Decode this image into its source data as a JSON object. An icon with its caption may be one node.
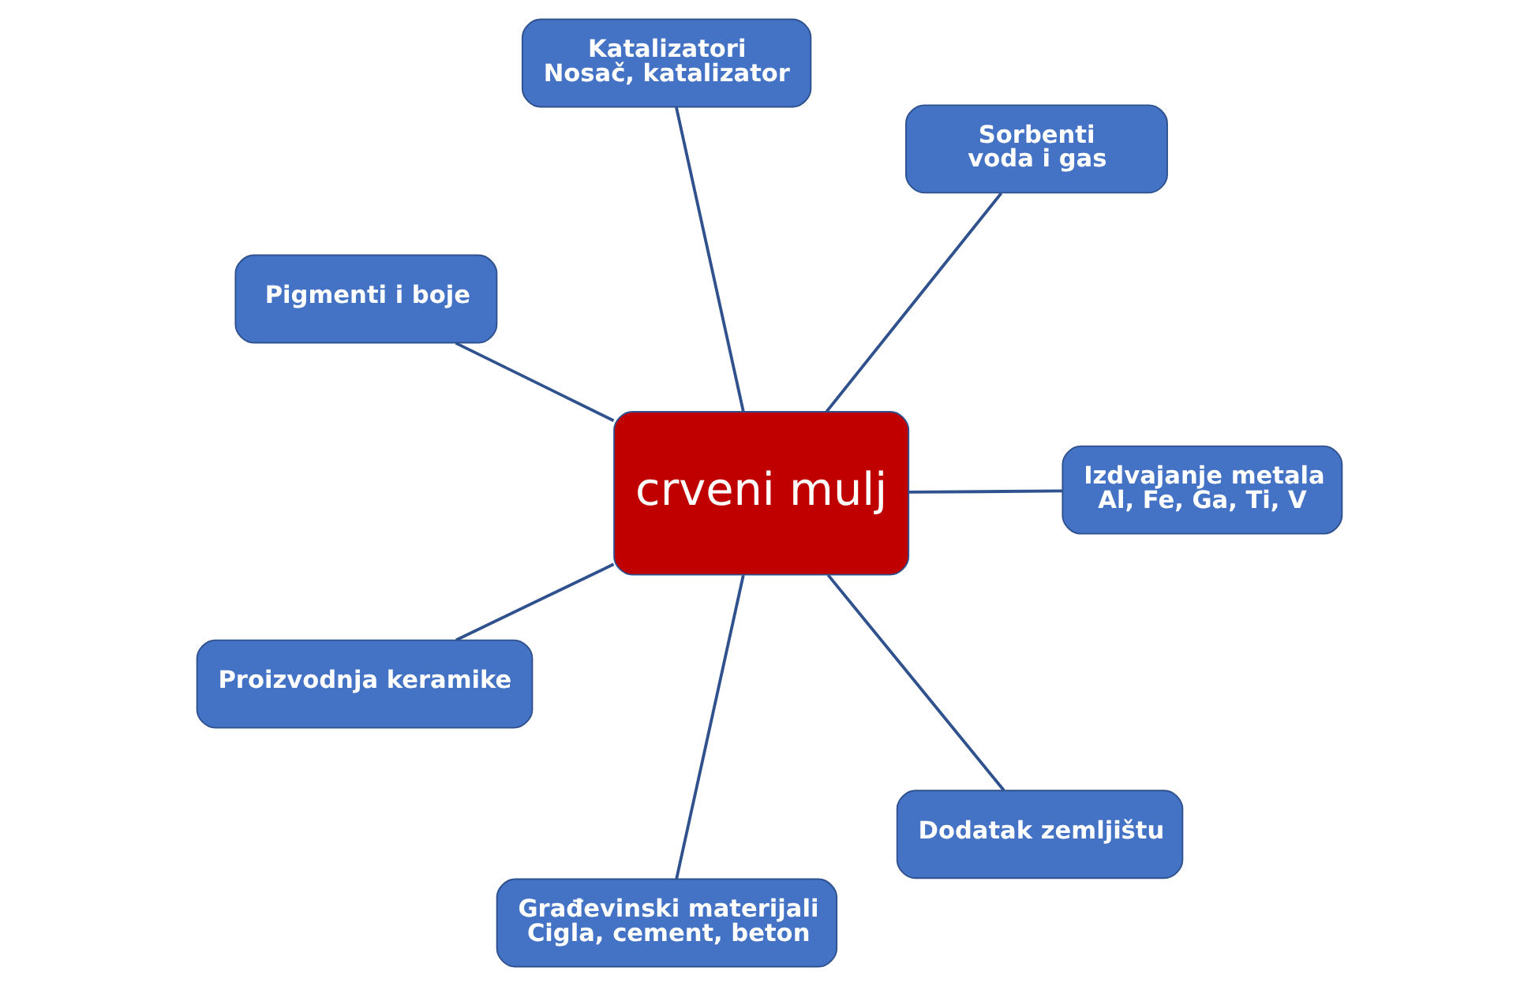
{
  "diagram": {
    "nodes": [
      {
        "text": [
          "crveni mulj"
        ]
      },
      {
        "text": [
          "Izdvajanje metala",
          "Al, Fe, Ga, Ti, V"
        ]
      },
      {
        "text": [
          "Građevinski materijali",
          "Cigla, cement, beton"
        ]
      },
      {
        "text": [
          "Pigmenti i boje"
        ]
      },
      {
        "text": [
          "Sorbenti",
          "voda i gas"
        ]
      },
      {
        "text": [
          "Katalizatori",
          "Nosač, katalizator"
        ]
      },
      {
        "text": [
          "Proizvodnja keramike"
        ]
      },
      {
        "text": [
          "Dodatak zemljištu"
        ]
      }
    ],
    "edges": [
      {
        "from": 0,
        "to": 1,
        "arrow": "none"
      },
      {
        "from": 0,
        "to": 2,
        "arrow": "none"
      },
      {
        "from": 0,
        "to": 3,
        "arrow": "none"
      },
      {
        "from": 0,
        "to": 4,
        "arrow": "none"
      },
      {
        "from": 0,
        "to": 5,
        "arrow": "none"
      },
      {
        "from": 0,
        "to": 6,
        "arrow": "none"
      },
      {
        "from": 0,
        "to": 7,
        "arrow": "none"
      }
    ]
  }
}
